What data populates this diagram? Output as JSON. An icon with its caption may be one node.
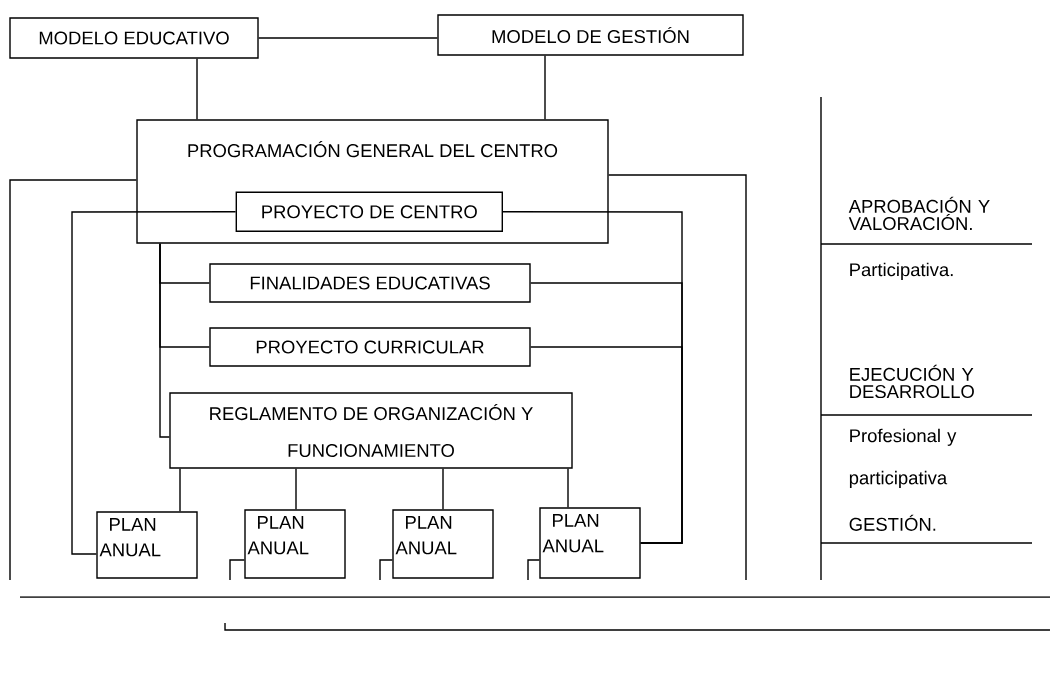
{
  "diagram": {
    "nodes": [
      {
        "text": [
          "MODELO EDUCATIVO"
        ]
      },
      {
        "text": [
          "MODELO DE GESTIÓN"
        ]
      },
      {
        "text": [
          "PROGRAMACIÓN GENERAL DEL CENTRO"
        ]
      },
      {
        "text": [
          "PROYECTO DE CENTRO"
        ],
        "in": 2
      },
      {
        "text": [
          "FINALIDADES EDUCATIVAS"
        ]
      },
      {
        "text": [
          "PROYECTO CURRICULAR"
        ]
      },
      {
        "text": [
          "REGLAMENTO DE ORGANIZACIÓN Y FUNCIONAMIENTO"
        ]
      },
      {
        "text": [
          "PLAN ANUAL"
        ]
      },
      {
        "text": [
          "PLAN ANUAL"
        ]
      },
      {
        "text": [
          "PLAN ANUAL"
        ]
      },
      {
        "text": [
          "PLAN ANUAL"
        ]
      }
    ],
    "edges": [
      {
        "from": 0,
        "to": 1,
        "arrow": "none"
      },
      {
        "from": 0,
        "to": 2,
        "arrow": "none"
      },
      {
        "from": 1,
        "to": 2,
        "arrow": "none"
      },
      {
        "from": 3,
        "to": 7,
        "arrow": "none"
      },
      {
        "from": 3,
        "to": 10,
        "arrow": "none"
      },
      {
        "from": 4,
        "to": 10,
        "arrow": "none"
      },
      {
        "from": 5,
        "to": 10,
        "arrow": "none"
      },
      {
        "from": 2,
        "to": 4,
        "arrow": "none"
      },
      {
        "from": 2,
        "to": 5,
        "arrow": "none"
      },
      {
        "from": 2,
        "to": 6,
        "arrow": "none"
      },
      {
        "from": 6,
        "to": 7,
        "arrow": "none"
      },
      {
        "from": 6,
        "to": 8,
        "arrow": "none"
      },
      {
        "from": 6,
        "to": 9,
        "arrow": "none"
      },
      {
        "from": 6,
        "to": 10,
        "arrow": "none"
      },
      {
        "from": 2,
        "to": null,
        "arrow": "none"
      },
      {
        "from": 2,
        "to": null,
        "arrow": "none"
      },
      {
        "from": 8,
        "to": null,
        "arrow": "none"
      },
      {
        "from": 9,
        "to": null,
        "arrow": "none"
      },
      {
        "from": 10,
        "to": null,
        "arrow": "none"
      }
    ],
    "labels": [
      "APROBACIÓN Y VALORACIÓN.",
      "Participativa.",
      "EJECUCIÓN Y DESARROLLO",
      "Profesional y participativa",
      "GESTIÓN."
    ]
  }
}
